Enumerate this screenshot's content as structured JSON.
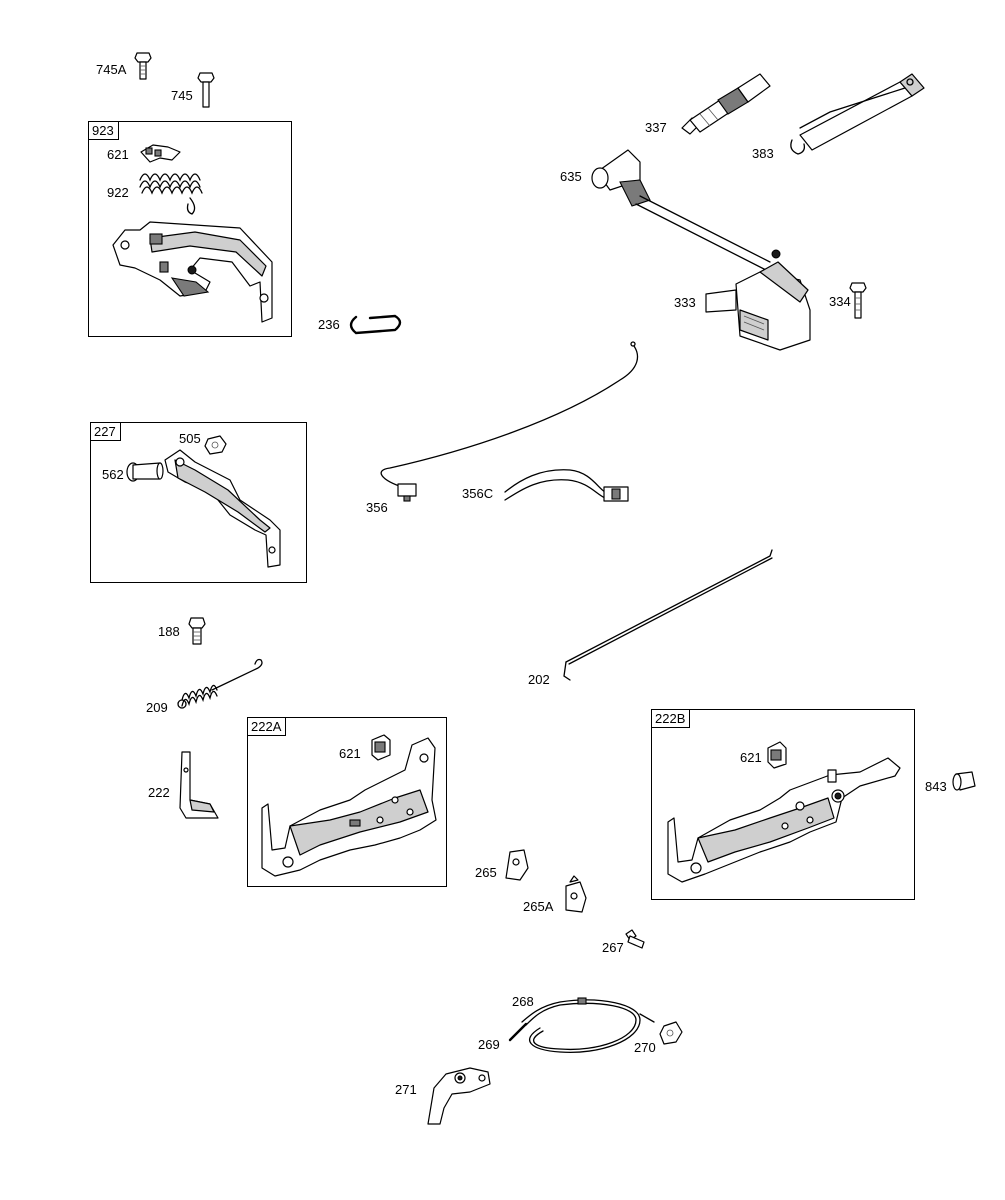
{
  "callouts": {
    "p745A": "745A",
    "p745": "745",
    "p621a": "621",
    "p922": "922",
    "p236": "236",
    "p562": "562",
    "p505": "505",
    "p188": "188",
    "p209": "209",
    "p222": "222",
    "p621b": "621",
    "p337": "337",
    "p383": "383",
    "p635": "635",
    "p333": "333",
    "p334": "334",
    "p356": "356",
    "p356C": "356C",
    "p202": "202",
    "p621c": "621",
    "p843": "843",
    "p265": "265",
    "p265A": "265A",
    "p267": "267",
    "p268": "268",
    "p269": "269",
    "p270": "270",
    "p271": "271"
  },
  "groups": {
    "g923": "923",
    "g227": "227",
    "g222A": "222A",
    "g222B": "222B"
  }
}
